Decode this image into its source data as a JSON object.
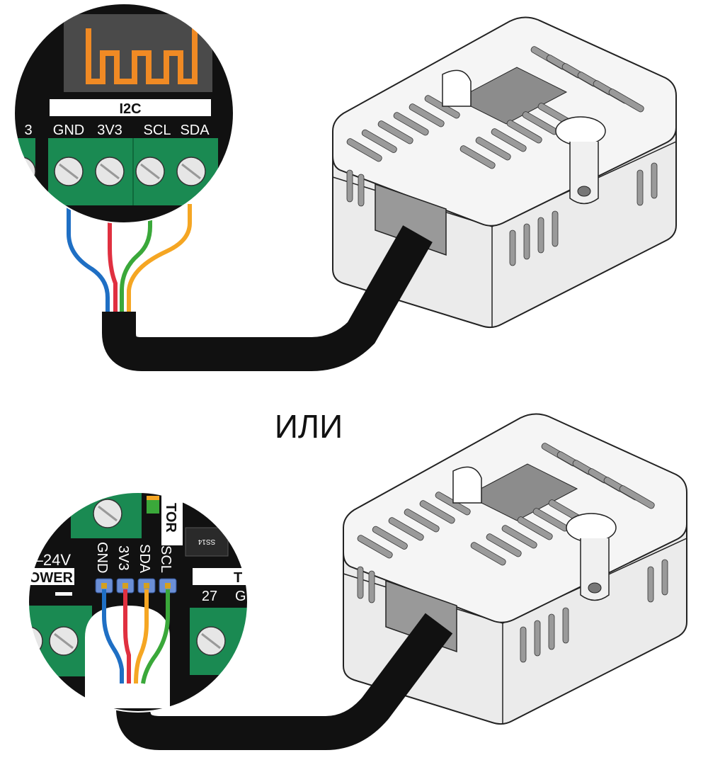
{
  "top_diagram": {
    "header_label": "I2C",
    "left_edge_fragment": "3",
    "terminals": [
      {
        "label": "GND",
        "wire_color": "#1f6fc4"
      },
      {
        "label": "3V3",
        "wire_color": "#e03040"
      },
      {
        "label": "SCL",
        "wire_color": "#3aa83a"
      },
      {
        "label": "SDA",
        "wire_color": "#f5a623"
      }
    ]
  },
  "separator_text": "ИЛИ",
  "bottom_diagram": {
    "voltage_label": "–24V",
    "power_label": "OWER",
    "right_block_label": "T",
    "right_pin_label": "27",
    "right_pin_fragment": "G",
    "side_label": "TOR",
    "chip_marking": "SS14",
    "pins": [
      {
        "label": "GND",
        "wire_color": "#1f6fc4"
      },
      {
        "label": "3V3",
        "wire_color": "#e03040"
      },
      {
        "label": "SDA",
        "wire_color": "#f5a623"
      },
      {
        "label": "SCL",
        "wire_color": "#3aa83a"
      }
    ]
  },
  "colors": {
    "board": "#111111",
    "terminal_green": "#1a8a52",
    "pin_blue": "#6b8fd6",
    "enclosure": "#f0f0f0",
    "vent": "#9a9a9a",
    "trace_orange": "#f08a24"
  }
}
